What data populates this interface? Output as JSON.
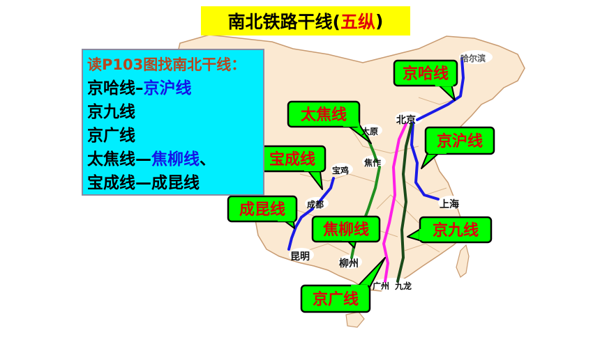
{
  "title": {
    "prefix": "南北铁路干线(",
    "highlight": "五纵",
    "suffix": ")"
  },
  "panel": {
    "heading": "读P103图找南北干线：",
    "lines": [
      [
        {
          "text": "京哈线–",
          "blue": false
        },
        {
          "text": "京沪线",
          "blue": true
        }
      ],
      [
        {
          "text": "京九线",
          "blue": false
        }
      ],
      [
        {
          "text": "京广线",
          "blue": false
        }
      ],
      [
        {
          "text": "太焦线—",
          "blue": false
        },
        {
          "text": "焦柳线",
          "blue": true
        },
        {
          "text": "、",
          "blue": false
        }
      ],
      [
        {
          "text": "宝成线—成昆线",
          "blue": false
        }
      ]
    ]
  },
  "callouts": {
    "jingha": "京哈线",
    "taijiao": "太焦线",
    "jinghu": "京沪线",
    "baocheng": "宝成线",
    "chengkun": "成昆线",
    "jiaoliu": "焦柳线",
    "jingjiu": "京九线",
    "jingguang": "京广线"
  },
  "cities": {
    "harbin": "哈尔滨",
    "beijing": "北京",
    "taiyuan": "太原",
    "jiaozuo": "焦作",
    "baoji": "宝鸡",
    "chengdu": "成都",
    "shanghai": "上海",
    "kunming": "昆明",
    "liuzhou": "柳州",
    "guangzhou": "广州",
    "jiulong": "九龙"
  },
  "colors": {
    "title_bg": "#ffff00",
    "title_highlight": "#e0000a",
    "panel_bg": "#00eeff",
    "callout_bg": "#00ff00",
    "callout_text": "#e0000a",
    "map_fill": "#fbe9d2",
    "map_border": "#c89a70",
    "line_blue": "#1a1ae6",
    "line_green": "#1f8f1f",
    "line_magenta": "#ff1fe6",
    "line_darkgreen": "#1a4a1a"
  }
}
